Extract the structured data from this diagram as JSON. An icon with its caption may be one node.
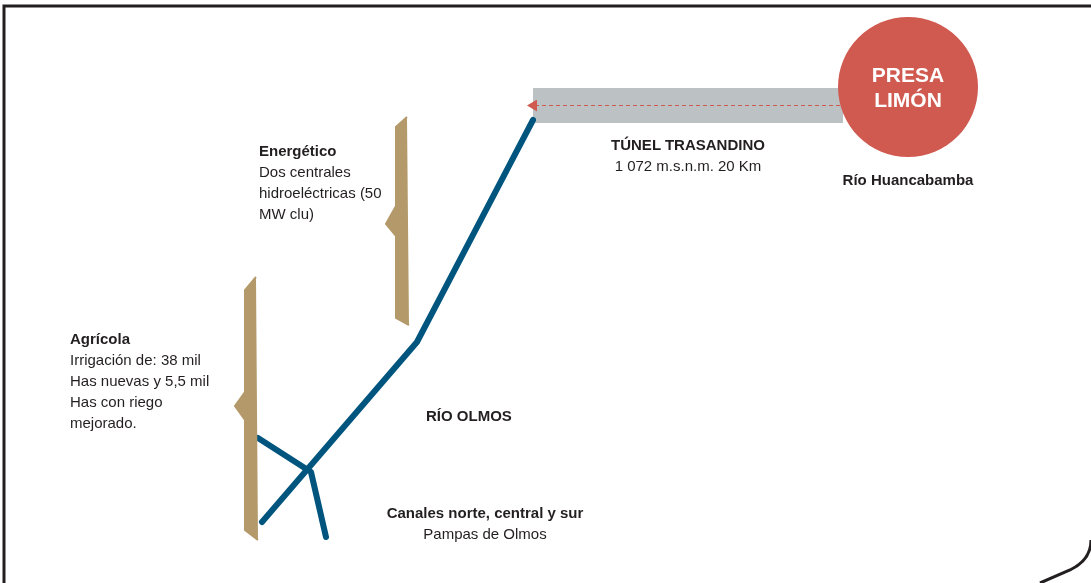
{
  "diagram": {
    "nodes": [
      {
        "text": [
          "PRESA LIMÓN"
        ],
        "beside": [
          "Río Huancabamba"
        ]
      },
      {
        "text": [
          "TÚNEL TRASANDINO",
          "1 072 m.s.n.m. 20 Km"
        ]
      }
    ],
    "edges": [
      {
        "from": 0,
        "to": 1,
        "arrow": "to",
        "style": "dashed",
        "color": "#d05a50"
      }
    ],
    "labels": [
      "Energético",
      "Dos centrales hidroeléctricas (50 MW clu)",
      "Agrícola",
      "Irrigación de: 38 mil Has nuevas y 5,5 mil Has con riego mejorado.",
      "RÍO OLMOS",
      "Canales norte, central y sur",
      "Pampas de Olmos"
    ]
  }
}
